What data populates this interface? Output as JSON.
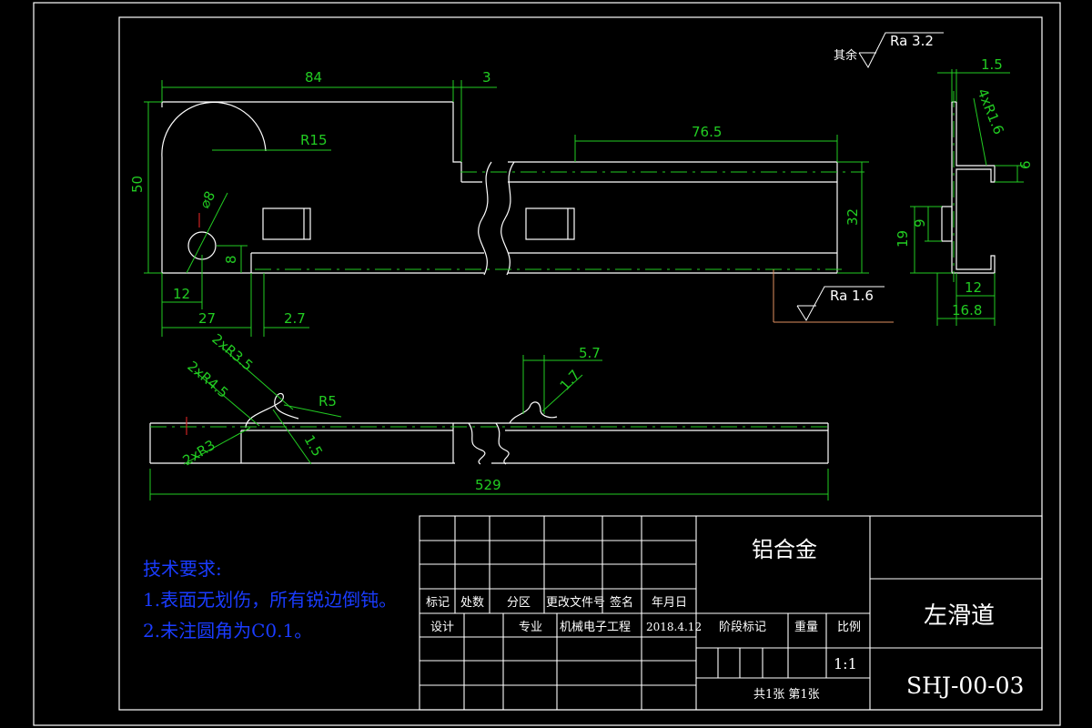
{
  "drawing": {
    "surface_note": {
      "prefix": "其余",
      "roughness": "Ra 3.2"
    },
    "front_view": {
      "dims": {
        "length_84": "84",
        "gap_3": "3",
        "radius_15": "R15",
        "height_50": "50",
        "dia_8": "⌀8",
        "hole_y_8": "8",
        "hole_x_12": "12",
        "slot_x_27": "27",
        "thickness_2_7": "2.7",
        "slot_76_5": "76.5",
        "height_32": "32",
        "roughness_bottom": "Ra 1.6"
      }
    },
    "side_view": {
      "dims": {
        "thickness_1_5": "1.5",
        "radius_4x": "4xR1.6",
        "lip_6": "6",
        "height_9": "9",
        "height_19": "19",
        "width_12": "12",
        "width_16_8": "16.8"
      }
    },
    "top_view": {
      "dims": {
        "radius_2x3_5": "2xR3.5",
        "radius_2x4_5": "2xR4.5",
        "radius_5": "R5",
        "radius_2x3": "2xR3",
        "thickness_1_5": "1.5",
        "width_5_7": "5.7",
        "tab_1_7": "1.7",
        "length_529": "529"
      }
    }
  },
  "tech_requirements": {
    "title": "技术要求:",
    "items": [
      "1.表面无划伤，所有锐边倒钝。",
      "2.未注圆角为C0.1。"
    ]
  },
  "title_block": {
    "material": "铝合金",
    "part_name": "左滑道",
    "drawing_no": "SHJ-00-03",
    "row_headers": [
      "标记",
      "处数",
      "分区",
      "更改文件号",
      "签名",
      "年月日"
    ],
    "design_label": "设计",
    "major_label": "专业",
    "major_value": "机械电子工程",
    "date": "2018.4.12",
    "stage_label": "阶段标记",
    "weight_label": "重量",
    "scale_label": "比例",
    "scale_value": "1:1",
    "sheets": "共1张 第1张"
  },
  "colors": {
    "background": "#000000",
    "outline": "#ffffff",
    "dimension": "#22cc22",
    "centerline": "#cc2222",
    "roughness_leader": "#e09060",
    "requirements": "#1a3cff"
  }
}
